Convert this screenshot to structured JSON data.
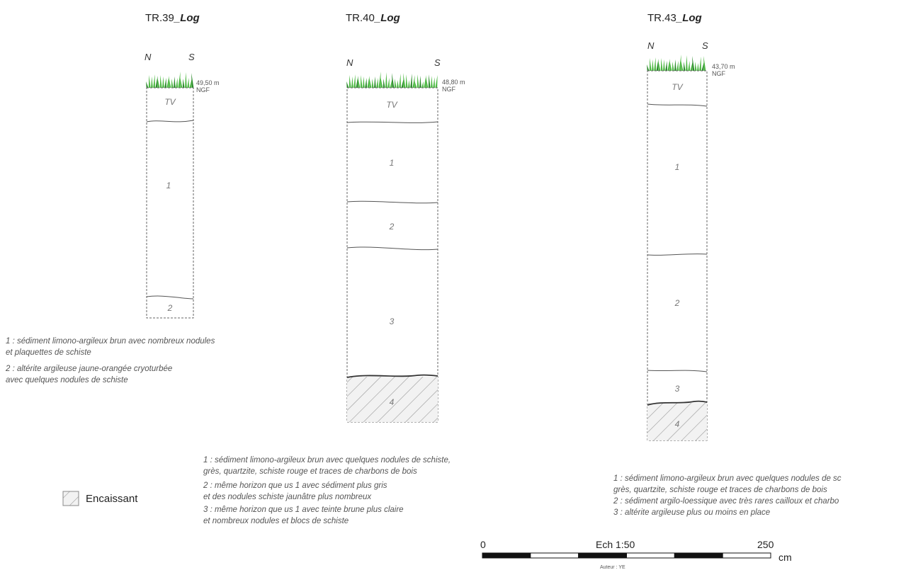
{
  "colors": {
    "grass": "#4db843",
    "grass_dark": "#2e8b2e",
    "line": "#555555",
    "hatch": "#999999"
  },
  "logs": [
    {
      "title": "TR.39",
      "title_suffix": "_Log",
      "orient_left": "N",
      "orient_right": "S",
      "elevation": "49,50 m",
      "datum": "NGF",
      "units": [
        "TV",
        "1",
        "2"
      ],
      "legend": [
        "1 : sédiment limono-argileux brun avec nombreux nodules",
        "et plaquettes de schiste",
        "2 : altérite argileuse jaune-orangée cryoturbée",
        "avec quelques nodules de schiste"
      ]
    },
    {
      "title": "TR.40",
      "title_suffix": "_Log",
      "orient_left": "N",
      "orient_right": "S",
      "elevation": "48,80 m",
      "datum": "NGF",
      "units": [
        "TV",
        "1",
        "2",
        "3",
        "4"
      ],
      "legend": [
        "1 : sédiment limono-argileux brun avec quelques nodules de schiste,",
        "grès, quartzite, schiste rouge et traces de charbons de bois",
        "2 : même horizon que us 1 avec sédiment plus gris",
        "et des nodules schiste jaunâtre plus nombreux",
        "3 : même horizon que us 1 avec teinte brune plus claire",
        "et nombreux nodules et blocs de schiste"
      ]
    },
    {
      "title": "TR.43",
      "title_suffix": "_Log",
      "orient_left": "N",
      "orient_right": "S",
      "elevation": "43,70 m",
      "datum": "NGF",
      "units": [
        "TV",
        "1",
        "2",
        "3",
        "4"
      ],
      "legend": [
        "1 : sédiment limono-argileux brun avec quelques nodules de sc",
        "grès, quartzite, schiste rouge et traces de charbons de bois",
        "2 : sédiment argilo-loessique avec très rares cailloux et charbo",
        "3 : altérite argileuse plus ou moins en place"
      ]
    }
  ],
  "key": {
    "encaissant_label": "Encaissant"
  },
  "scale": {
    "start": "0",
    "label": "Ech 1:50",
    "end": "250",
    "unit": "cm",
    "author": "Auteur : YE"
  }
}
